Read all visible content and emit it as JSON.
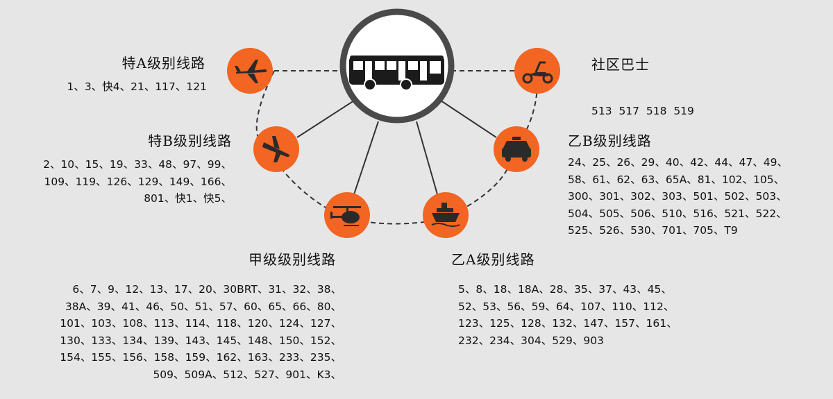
{
  "hub": {
    "icon": "bus-icon"
  },
  "categories": {
    "te_a": {
      "title": "特A级别线路",
      "icon": "airplane-icon",
      "routes": [
        "1、3、快4、21、117、121"
      ]
    },
    "te_b": {
      "title": "特B级别线路",
      "icon": "jet-icon",
      "routes": [
        "2、10、15、19、33、48、97、99、",
        "109、119、126、129、149、166、",
        "801、快1、快5、"
      ]
    },
    "jia": {
      "title": "甲级级别线路",
      "icon": "helicopter-icon",
      "routes": [
        "6、7、9、12、13、17、20、30BRT、31、32、38、",
        "38A、39、41、46、50、51、57、60、65、66、80、",
        "101、103、108、113、114、118、120、124、127、",
        "130、133、134、139、143、145、148、150、152、",
        "154、155、156、158、159、162、163、233、235、",
        "509、509A、512、527、901、K3、"
      ]
    },
    "yi_a": {
      "title": "乙A级别线路",
      "icon": "ship-icon",
      "routes": [
        "5、8、18、18A、28、35、37、43、45、",
        "52、53、56、59、64、107、110、112、",
        "123、125、128、132、147、157、161、",
        "232、234、304、529、903"
      ]
    },
    "yi_b": {
      "title": "乙B级别线路",
      "icon": "taxi-icon",
      "routes": [
        "24、25、26、29、40、42、44、47、49、",
        "58、61、62、63、65A、81、102、105、",
        "300、301、302、303、501、502、503、",
        "504、505、506、510、516、521、522、",
        "525、526、530、701、705、T9"
      ]
    },
    "community": {
      "title": "社区巴士",
      "icon": "scooter-icon",
      "routes": [
        "513  517  518  519"
      ]
    }
  },
  "colors": {
    "accent": "#f26522",
    "ring": "#4a4a4a",
    "background": "#e6e6e6",
    "icon_dark": "#2a2a2a"
  }
}
